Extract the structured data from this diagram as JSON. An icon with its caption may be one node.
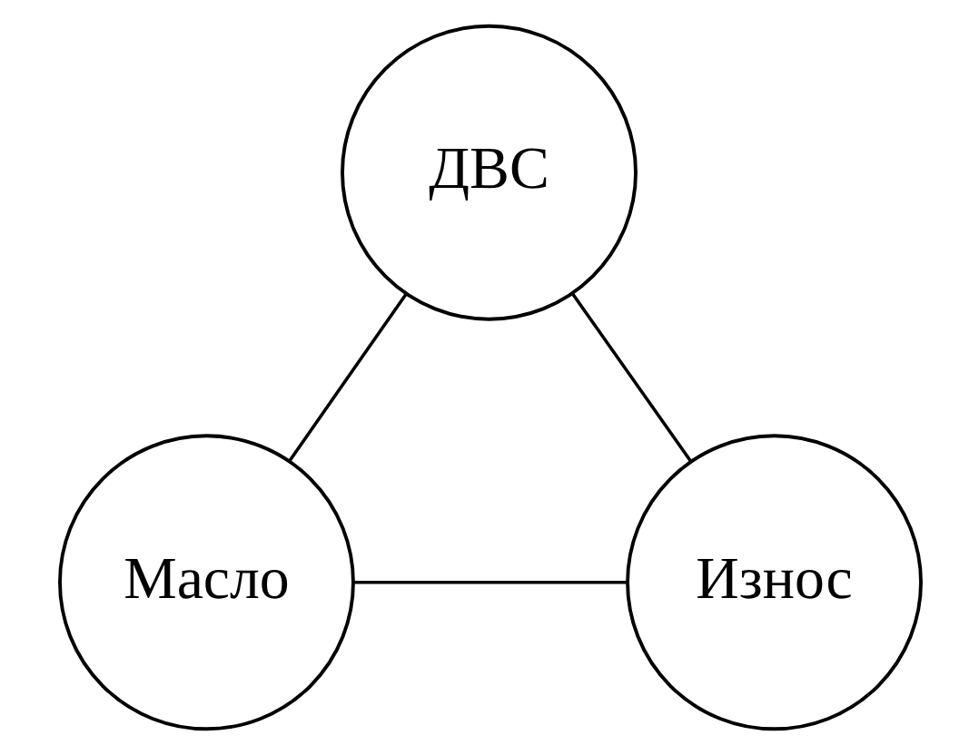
{
  "diagram": {
    "nodes": [
      {
        "text": [
          "ДВС"
        ]
      },
      {
        "text": [
          "Масло"
        ]
      },
      {
        "text": [
          "Износ"
        ]
      }
    ],
    "edges": [
      {
        "from": 0,
        "to": 1,
        "arrow": "none"
      },
      {
        "from": 0,
        "to": 2,
        "arrow": "none"
      },
      {
        "from": 1,
        "to": 2,
        "arrow": "none"
      }
    ]
  }
}
